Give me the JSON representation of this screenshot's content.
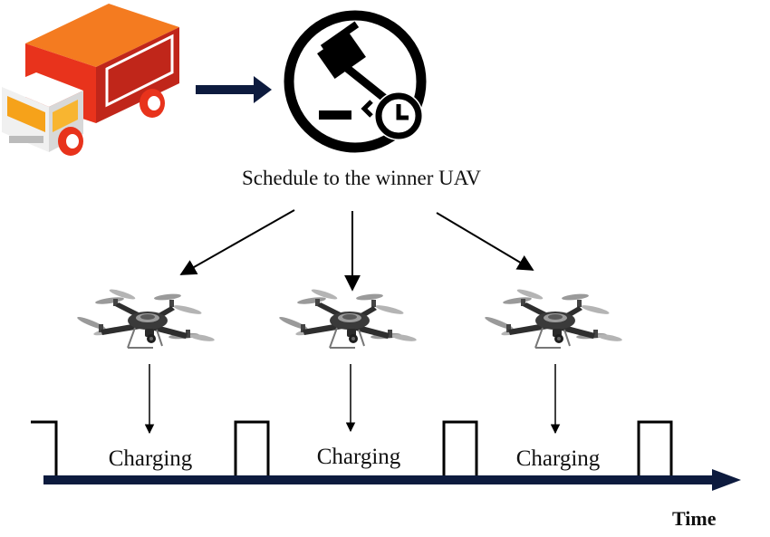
{
  "caption": "Schedule to the winner UAV",
  "charging_labels": [
    "Charging",
    "Charging",
    "Charging"
  ],
  "time_label": "Time",
  "icons": {
    "truck": "truck-icon",
    "auction": "auction-gavel-clock-icon",
    "uav": "drone-icon"
  },
  "colors": {
    "truck_red": "#e8331c",
    "truck_orange": "#f6a21a",
    "axis_navy": "#0d1b3e",
    "line": "#000000"
  }
}
